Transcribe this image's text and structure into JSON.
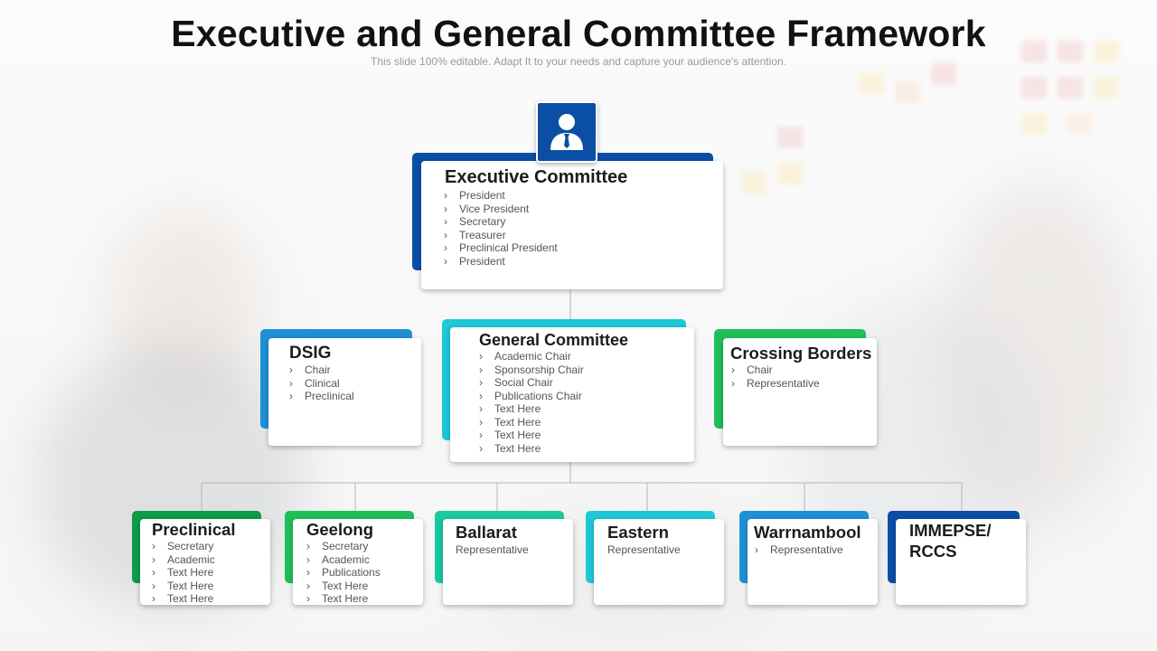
{
  "header": {
    "title": "Executive and General Committee Framework",
    "subtitle": "This slide 100% editable. Adapt  It to your needs and capture your audience's attention."
  },
  "icons": {
    "person": "user-tie-icon"
  },
  "colors": {
    "dark_blue": "#0b4ea6",
    "blue": "#1e90d6",
    "cyan": "#1fc8d8",
    "green": "#1fbf5a",
    "dark_green": "#0f9b4c",
    "teal": "#19c9a0"
  },
  "executive": {
    "name": "Executive Committee",
    "items": [
      "President",
      "Vice President",
      "Secretary",
      "Treasurer",
      "Preclinical President",
      "President"
    ]
  },
  "dsig": {
    "name": "DSIG",
    "items": [
      "Chair",
      "Clinical",
      "Preclinical"
    ]
  },
  "general": {
    "name": "General Committee",
    "items": [
      "Academic Chair",
      "Sponsorship Chair",
      "Social Chair",
      "Publications Chair",
      "Text Here",
      "Text Here",
      "Text Here",
      "Text Here"
    ]
  },
  "crossing": {
    "name": "Crossing Borders",
    "items": [
      "Chair",
      "Representative"
    ]
  },
  "preclinical": {
    "name": "Preclinical",
    "items": [
      "Secretary",
      "Academic",
      "Text Here",
      "Text Here",
      "Text Here"
    ]
  },
  "geelong": {
    "name": "Geelong",
    "items": [
      "Secretary",
      "Academic",
      "Publications",
      "Text Here",
      "Text Here"
    ]
  },
  "ballarat": {
    "name": "Ballarat",
    "text": "Representative"
  },
  "eastern": {
    "name": "Eastern",
    "text": "Representative"
  },
  "warrnambool": {
    "name": "Warrnambool",
    "items": [
      "Representative"
    ]
  },
  "immepse": {
    "name_line1": "IMMEPSE/",
    "name_line2": "RCCS"
  }
}
